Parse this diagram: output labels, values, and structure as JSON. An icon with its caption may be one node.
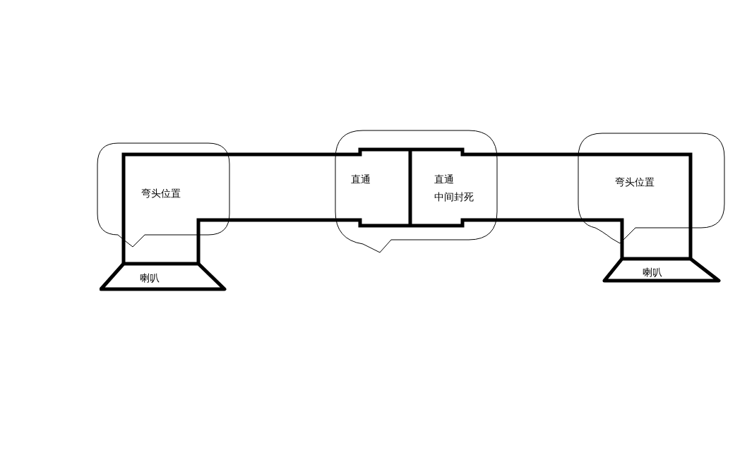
{
  "diagram": {
    "nodes": [
      {
        "text": [
          "弯头位置"
        ]
      },
      {
        "text": [
          "直通",
          "直通",
          "中间封死"
        ]
      },
      {
        "text": [
          "弯头位置"
        ]
      },
      {
        "text": [
          "喇叭"
        ]
      },
      {
        "text": [
          "喇叭"
        ]
      }
    ]
  }
}
